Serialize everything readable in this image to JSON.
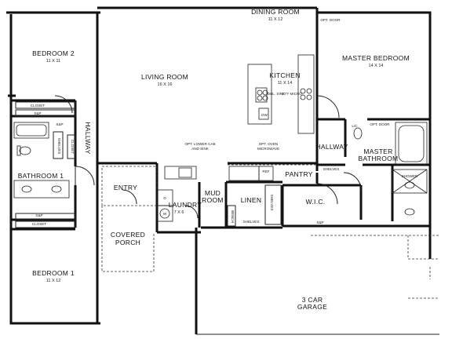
{
  "rooms": {
    "dining": {
      "name": "DINING ROOM",
      "dim": "11 X 12"
    },
    "living": {
      "name": "LIVING ROOM",
      "dim": "16 X 16"
    },
    "kitchen": {
      "name": "KITCHEN",
      "dim": "11 X 14"
    },
    "bedroom2": {
      "name": "BEDROOM 2",
      "dim": "11 X 11"
    },
    "master_bedroom": {
      "name": "MASTER BEDROOM",
      "dim": "14 X 14"
    },
    "bathroom1": {
      "name": "BATHROOM 1"
    },
    "hallway_left": {
      "name": "HALLWAY"
    },
    "hallway_right": {
      "name": "HALLWAY"
    },
    "master_bathroom": {
      "line1": "MASTER",
      "line2": "BATHROOM"
    },
    "entry": {
      "name": "ENTRY"
    },
    "laundry": {
      "name": "LAUNDRY",
      "dim": "7 X 6"
    },
    "mud_room": {
      "line1": "MUD",
      "line2": "ROOM"
    },
    "linen": {
      "name": "LINEN"
    },
    "pantry": {
      "name": "PANTRY"
    },
    "wic": {
      "name": "W.I.C."
    },
    "covered_porch": {
      "line1": "COVERED",
      "line2": "PORCH"
    },
    "bedroom1": {
      "name": "BEDROOM 1",
      "dim": "11 X 12"
    },
    "garage": {
      "line1": "3 CAR",
      "line2": "GARAGE"
    }
  },
  "labels": {
    "closet_top": "CLOSET",
    "closet_bottom": "CLOSET",
    "sp_closet_top": "S&P",
    "sp_closet_bottom": "S&P",
    "sp_bath": "S&P",
    "sp_wic": "S&P",
    "shelves_bath": "SHELVES",
    "closet_hall": "CLOSET",
    "opt_door_master": "OPT. DOOR",
    "opt_door_bath": "OPT. DOOR",
    "dbl_sink": "DBL. SINK",
    "cty_micro": "CTY MICRO",
    "dw": "DW",
    "opt_lower_cab_1": "OPT. LOWER CAB",
    "opt_lower_cab_2": "AND SINK",
    "opt_oven_1": "OPT. OVEN",
    "opt_oven_2": "MICROWAVE",
    "ref": "REF",
    "shelves_master": "SHELVES",
    "shelves_linen": "SHELVES",
    "shelves_mud": "SHELVES",
    "bench": "BENCH",
    "shower": "SHOWER",
    "washer": "W",
    "dryer": "D",
    "lc": "L/C"
  }
}
